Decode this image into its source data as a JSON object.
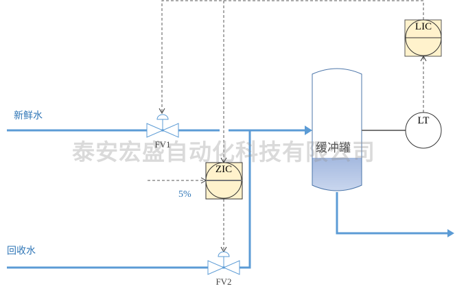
{
  "streams": {
    "fresh_water": "新鲜水",
    "recycled_water": "回收水"
  },
  "valves": {
    "fv1": "FV1",
    "fv2": "FV2"
  },
  "instruments": {
    "zic": "ZIC",
    "lic": "LIC",
    "lt": "LT"
  },
  "tank": {
    "label": "缓冲罐",
    "level_fraction": 0.2
  },
  "setpoint": "5%",
  "watermark": "泰安宏盛自动化科技有限公司",
  "colors": {
    "pipe": "#5b9bd5",
    "instrument_fill": "#fff2cc",
    "liquid": "#a9bde2"
  }
}
